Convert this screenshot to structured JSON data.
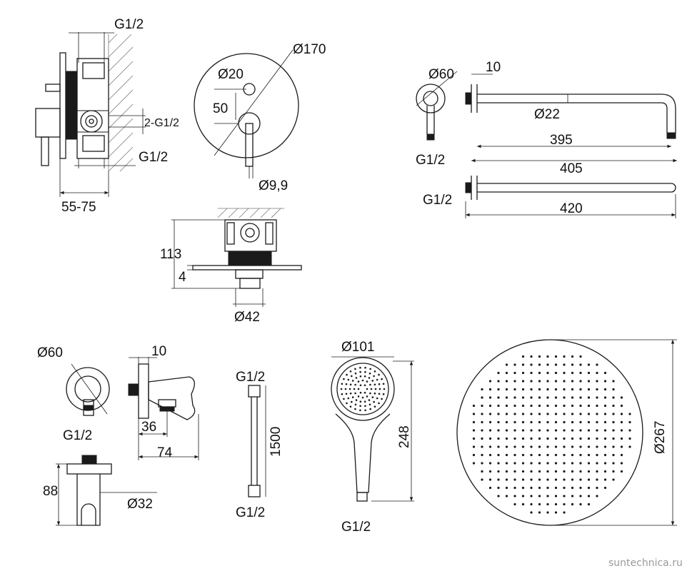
{
  "watermark": "suntechnica.ru",
  "mixer_side": {
    "top": "G1/2",
    "mid": "2-G1/2",
    "bottom": "G1/2",
    "depth": "55-75"
  },
  "mixer_front": {
    "plate": "Ø170",
    "diverter": "Ø20",
    "spacing": "50",
    "lever": "Ø9,9"
  },
  "mixer_section": {
    "height": "113",
    "plate": "4",
    "outlet": "Ø42"
  },
  "shower_arm": {
    "flange": "Ø60",
    "inlet": "G1/2",
    "flange_depth": "10",
    "tube": "Ø22",
    "len_a": "395",
    "len_b": "405",
    "len_c": "420",
    "inlet_b": "G1/2"
  },
  "wall_outlet": {
    "flange": "Ø60",
    "inlet": "G1/2",
    "depth": "10",
    "proj_a": "36",
    "proj_b": "74",
    "height": "88",
    "bracket": "Ø32"
  },
  "hose": {
    "top": "G1/2",
    "length": "1500",
    "bottom": "G1/2"
  },
  "hand_shower": {
    "head": "Ø101",
    "length": "248",
    "inlet": "G1/2"
  },
  "rain_shower": {
    "diameter": "Ø267"
  }
}
